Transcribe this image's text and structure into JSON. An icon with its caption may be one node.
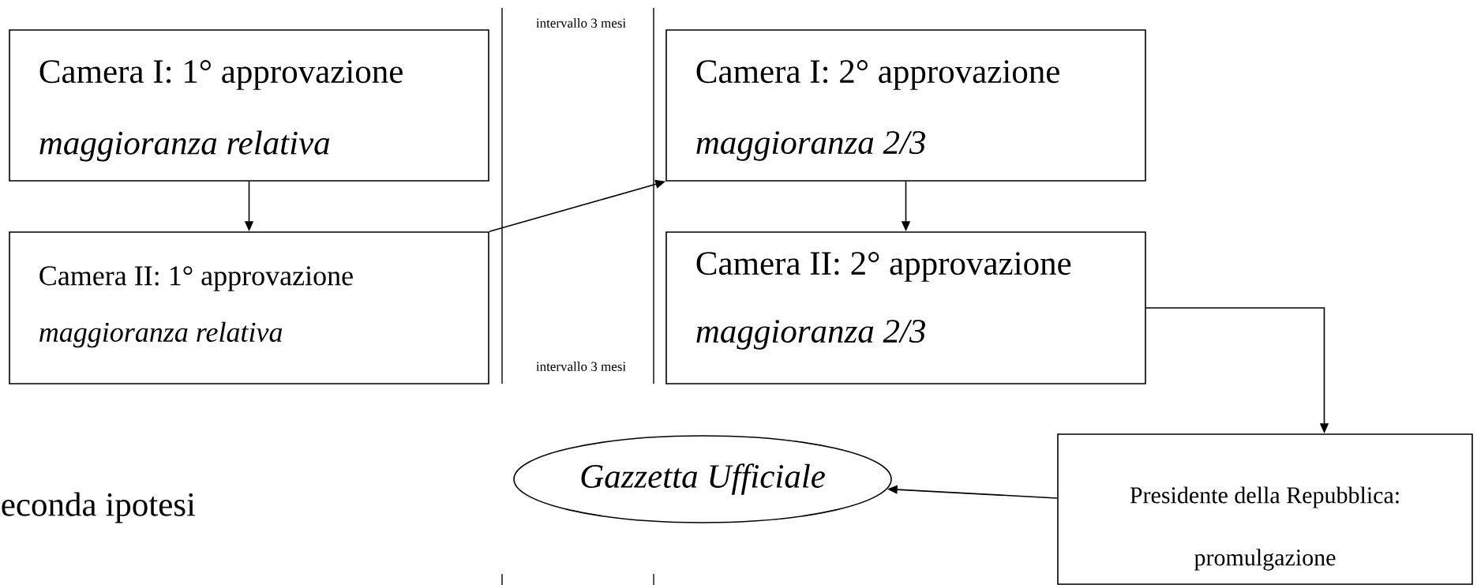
{
  "diagram": {
    "nodes": [
      {
        "text": [
          "Camera I: 1° approvazione",
          "maggioranza relativa"
        ]
      },
      {
        "text": [
          "Camera II: 1° approvazione",
          "maggioranza relativa"
        ]
      },
      {
        "text": [
          "Camera I: 2° approvazione",
          "maggioranza 2/3"
        ]
      },
      {
        "text": [
          "Camera II: 2° approvazione",
          "maggioranza 2/3"
        ]
      },
      {
        "text": [
          "Gazzetta Ufficiale"
        ]
      },
      {
        "text": [
          "Presidente della Repubblica:",
          "promulgazione"
        ]
      }
    ],
    "edges": [
      {
        "from": 0,
        "to": 1,
        "arrow": "to"
      },
      {
        "from": 1,
        "to": 2,
        "arrow": "to"
      },
      {
        "from": 2,
        "to": 3,
        "arrow": "to"
      },
      {
        "from": 3,
        "to": 5,
        "arrow": "to"
      },
      {
        "from": 5,
        "to": 4,
        "arrow": "to"
      }
    ],
    "labels": [
      "intervallo 3 mesi",
      "intervallo 3 mesi",
      "econda ipotesi"
    ]
  }
}
